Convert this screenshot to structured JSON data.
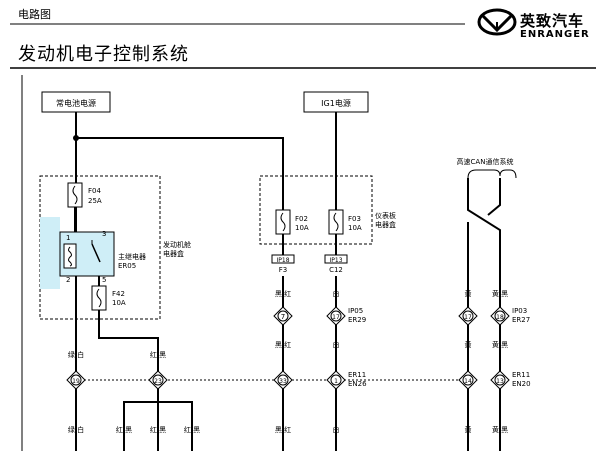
{
  "header": {
    "category": "电路图",
    "title": "发动机电子控制系统",
    "brand_cn": "英致汽车",
    "brand_en": "ENRANGER"
  },
  "sources": {
    "battery": "常电池电源",
    "ig1": "IG1电源",
    "can": "高速CAN通信系统"
  },
  "box_left": {
    "fuse_top": {
      "id": "F04",
      "rating": "25A"
    },
    "relay": {
      "name": "主继电器",
      "code": "ER05",
      "pins": [
        "1",
        "3",
        "2",
        "5"
      ]
    },
    "fuse_bottom": {
      "id": "F42",
      "rating": "10A"
    },
    "label_line1": "发动机舱",
    "label_line2": "电器盒"
  },
  "box_right": {
    "fuse_a": {
      "id": "F02",
      "rating": "10A",
      "connector": "IP18",
      "pin": "F3"
    },
    "fuse_b": {
      "id": "F03",
      "rating": "10A",
      "connector": "IP13",
      "pin": "C12"
    },
    "label_line1": "仪表板",
    "label_line2": "电器盒"
  },
  "wire_colors": {
    "red_black": "红/黑",
    "black_red": "黑/红",
    "white": "白",
    "yellow": "黄",
    "yellow_black": "黄/黑",
    "green_white": "绿/白"
  },
  "pins": {
    "p7": "7",
    "p17": "17",
    "p18": "18",
    "p19": "19",
    "p23": "23",
    "p33": "33",
    "p14": "14",
    "p13": "13",
    "p1": "1"
  },
  "connectors": {
    "ip05": "IP05",
    "er29": "ER29",
    "ip03": "IP03",
    "er27": "ER27",
    "er11": "ER11",
    "en26": "EN26",
    "en20": "EN20"
  }
}
